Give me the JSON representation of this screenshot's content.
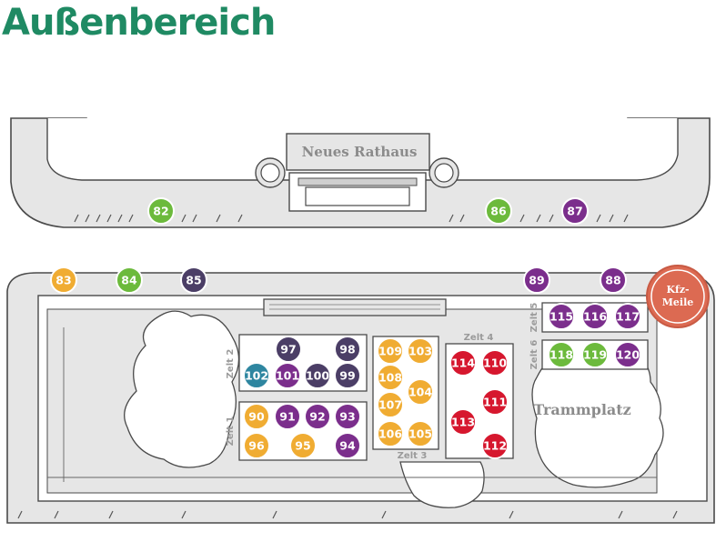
{
  "title": "Außenbereich",
  "landmarks": {
    "rathaus": "Neues Rathaus",
    "trammplatz": "Trammplatz",
    "kfz_line1": "Kfz-",
    "kfz_line2": "Meile"
  },
  "zones": {
    "zelt1": "Zelt 1",
    "zelt2": "Zelt 2",
    "zelt3": "Zelt 3",
    "zelt4": "Zelt 4",
    "zelt5": "Zelt 5",
    "zelt6": "Zelt 6"
  },
  "colors": {
    "green": "#6cba3c",
    "orange": "#f0ac32",
    "purple": "#7b2e8c",
    "navy": "#4b3e66",
    "teal": "#2e86a0",
    "red": "#d6172e",
    "kfz": "#dc6a52",
    "title": "#1f8a63"
  },
  "markers": [
    {
      "n": "82",
      "c": "green"
    },
    {
      "n": "86",
      "c": "green"
    },
    {
      "n": "87",
      "c": "purple"
    },
    {
      "n": "83",
      "c": "orange"
    },
    {
      "n": "84",
      "c": "green"
    },
    {
      "n": "85",
      "c": "navy"
    },
    {
      "n": "89",
      "c": "purple"
    },
    {
      "n": "88",
      "c": "purple"
    },
    {
      "n": "97",
      "c": "navy"
    },
    {
      "n": "98",
      "c": "navy"
    },
    {
      "n": "102",
      "c": "teal"
    },
    {
      "n": "101",
      "c": "purple"
    },
    {
      "n": "100",
      "c": "navy"
    },
    {
      "n": "99",
      "c": "navy"
    },
    {
      "n": "90",
      "c": "orange"
    },
    {
      "n": "91",
      "c": "purple"
    },
    {
      "n": "92",
      "c": "purple"
    },
    {
      "n": "93",
      "c": "purple"
    },
    {
      "n": "96",
      "c": "orange"
    },
    {
      "n": "95",
      "c": "orange"
    },
    {
      "n": "94",
      "c": "purple"
    },
    {
      "n": "109",
      "c": "orange"
    },
    {
      "n": "103",
      "c": "orange"
    },
    {
      "n": "108",
      "c": "orange"
    },
    {
      "n": "104",
      "c": "orange"
    },
    {
      "n": "107",
      "c": "orange"
    },
    {
      "n": "106",
      "c": "orange"
    },
    {
      "n": "105",
      "c": "orange"
    },
    {
      "n": "114",
      "c": "red"
    },
    {
      "n": "110",
      "c": "red"
    },
    {
      "n": "111",
      "c": "red"
    },
    {
      "n": "113",
      "c": "red"
    },
    {
      "n": "112",
      "c": "red"
    },
    {
      "n": "115",
      "c": "purple"
    },
    {
      "n": "116",
      "c": "purple"
    },
    {
      "n": "117",
      "c": "purple"
    },
    {
      "n": "118",
      "c": "green"
    },
    {
      "n": "119",
      "c": "green"
    },
    {
      "n": "120",
      "c": "purple"
    }
  ]
}
